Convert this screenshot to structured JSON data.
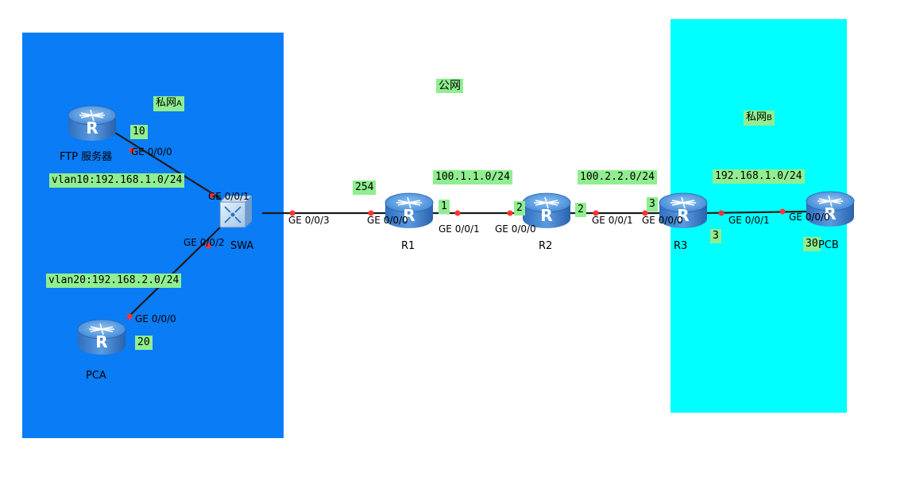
{
  "colors": {
    "private_a": "#0a7cf5",
    "private_b": "#00ffff",
    "label_bg": "#90ee90",
    "link": "#1a1a1a",
    "port_dot": "#ff3333",
    "router_body": "#3a78c8"
  },
  "zones": {
    "private_a": {
      "label_main": "私网",
      "label_sub": "A"
    },
    "public": {
      "label": "公网"
    },
    "private_b": {
      "label_main": "私网",
      "label_sub": "B"
    }
  },
  "devices": {
    "ftp": {
      "name": "FTP 服务器",
      "icon": "router-icon"
    },
    "pca": {
      "name": "PCA",
      "icon": "router-icon"
    },
    "swa": {
      "name": "SWA",
      "icon": "switch-icon"
    },
    "r1": {
      "name": "R1",
      "icon": "router-icon"
    },
    "r2": {
      "name": "R2",
      "icon": "router-icon"
    },
    "r3": {
      "name": "R3",
      "icon": "router-icon"
    },
    "pcb": {
      "name": "PCB",
      "icon": "router-icon"
    }
  },
  "ports": {
    "ftp_g000": "GE 0/0/0",
    "swa_g001": "GE 0/0/1",
    "swa_g002": "GE 0/0/2",
    "pca_g000": "GE 0/0/0",
    "swa_g003": "GE 0/0/3",
    "r1_g000": "GE 0/0/0",
    "r1_g001": "GE 0/0/1",
    "r2_g000": "GE 0/0/0",
    "r2_g001": "GE 0/0/1",
    "r3_g000": "GE 0/0/0",
    "r3_g001": "GE 0/0/1",
    "pcb_g000": "GE 0/0/0"
  },
  "labels": {
    "ftp_host": "10",
    "pca_host": "20",
    "vlan10": "vlan10:192.168.1.0/24",
    "vlan20": "vlan20:192.168.2.0/24",
    "r1_left": "254",
    "net_r1_r2": "100.1.1.0/24",
    "r1_right": "1",
    "r2_left": "2",
    "net_r2_r3": "100.2.2.0/24",
    "r2_right": "2",
    "r3_left": "3",
    "net_b": "192.168.1.0/24",
    "r3_right": "3",
    "pcb_host": "30"
  }
}
